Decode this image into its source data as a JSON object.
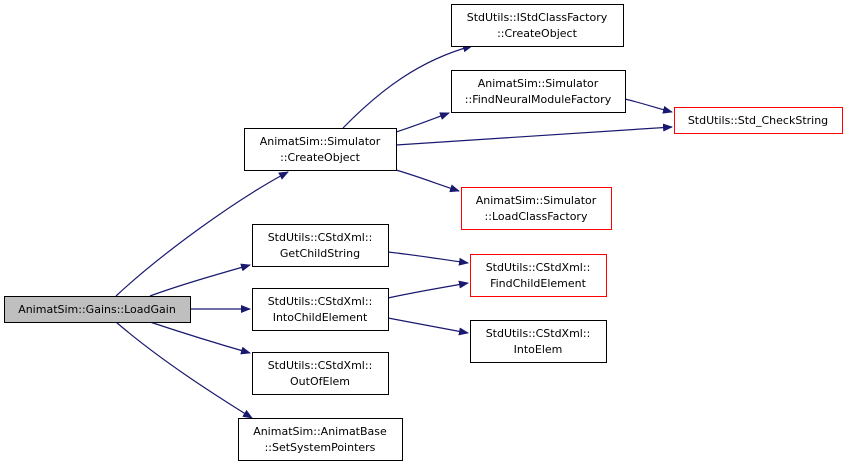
{
  "colors": {
    "edge": "#191970",
    "box_border_normal": "#000000",
    "box_border_truncated": "#ff0000",
    "root_fill": "#bfbfbf",
    "box_fill": "#ffffff"
  },
  "nodes": [
    {
      "id": "load-gain",
      "lines": [
        "AnimatSim::Gains::LoadGain"
      ],
      "style": "root"
    },
    {
      "id": "simulator-create-object",
      "lines": [
        "AnimatSim::Simulator",
        "::CreateObject"
      ],
      "style": "normal"
    },
    {
      "id": "cstdxml-get-child-string",
      "lines": [
        "StdUtils::CStdXml::",
        "GetChildString"
      ],
      "style": "normal"
    },
    {
      "id": "cstdxml-into-child-element",
      "lines": [
        "StdUtils::CStdXml::",
        "IntoChildElement"
      ],
      "style": "normal"
    },
    {
      "id": "cstdxml-out-of-elem",
      "lines": [
        "StdUtils::CStdXml::",
        "OutOfElem"
      ],
      "style": "normal"
    },
    {
      "id": "animatbase-set-system-pointers",
      "lines": [
        "AnimatSim::AnimatBase",
        "::SetSystemPointers"
      ],
      "style": "normal"
    },
    {
      "id": "istdclassfactory-create-object",
      "lines": [
        "StdUtils::IStdClassFactory",
        "::CreateObject"
      ],
      "style": "normal"
    },
    {
      "id": "simulator-find-neural-module-factory",
      "lines": [
        "AnimatSim::Simulator",
        "::FindNeuralModuleFactory"
      ],
      "style": "normal"
    },
    {
      "id": "std-check-string",
      "lines": [
        "StdUtils::Std_CheckString"
      ],
      "style": "truncated"
    },
    {
      "id": "simulator-load-class-factory",
      "lines": [
        "AnimatSim::Simulator",
        "::LoadClassFactory"
      ],
      "style": "truncated"
    },
    {
      "id": "cstdxml-find-child-element",
      "lines": [
        "StdUtils::CStdXml::",
        "FindChildElement"
      ],
      "style": "truncated"
    },
    {
      "id": "cstdxml-into-elem",
      "lines": [
        "StdUtils::CStdXml::",
        "IntoElem"
      ],
      "style": "normal"
    }
  ],
  "edges": [
    {
      "from": "load-gain",
      "to": "simulator-create-object"
    },
    {
      "from": "load-gain",
      "to": "cstdxml-get-child-string"
    },
    {
      "from": "load-gain",
      "to": "cstdxml-into-child-element"
    },
    {
      "from": "load-gain",
      "to": "cstdxml-out-of-elem"
    },
    {
      "from": "load-gain",
      "to": "animatbase-set-system-pointers"
    },
    {
      "from": "simulator-create-object",
      "to": "istdclassfactory-create-object"
    },
    {
      "from": "simulator-create-object",
      "to": "simulator-find-neural-module-factory"
    },
    {
      "from": "simulator-create-object",
      "to": "std-check-string"
    },
    {
      "from": "simulator-create-object",
      "to": "simulator-load-class-factory"
    },
    {
      "from": "simulator-find-neural-module-factory",
      "to": "std-check-string"
    },
    {
      "from": "cstdxml-get-child-string",
      "to": "cstdxml-find-child-element"
    },
    {
      "from": "cstdxml-into-child-element",
      "to": "cstdxml-find-child-element"
    },
    {
      "from": "cstdxml-into-child-element",
      "to": "cstdxml-into-elem"
    }
  ]
}
